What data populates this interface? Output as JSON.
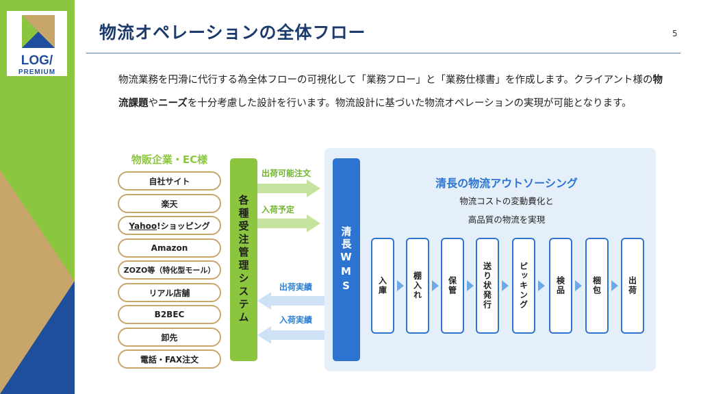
{
  "header": {
    "title": "物流オペレーションの全体フロー",
    "page_number": "5"
  },
  "logo": {
    "text_top": "LOG/",
    "text_bottom": "PREMIUM"
  },
  "intro": {
    "part1": "物流業務を円滑に代行する為全体フローの可視化して「業務フロー」と「業務仕様書」を作成します。クライアント様の",
    "bold1": "物流課題",
    "part2": "や",
    "bold2": "ニーズ",
    "part3": "を十分考慮した設計を行います。物流設計に基づいた物流オペレーションの実現が可能となります。"
  },
  "clients": {
    "title": "物販企業・EC様",
    "items": [
      "自社サイト",
      "楽天",
      "Yahoo!ショッピング",
      "Amazon",
      "ZOZO等（特化型モール）",
      "リアル店舗",
      "B2BEC",
      "卸先",
      "電話・FAX注文"
    ]
  },
  "order_system": {
    "label": "各種受注管理システム"
  },
  "arrows": {
    "to_wms": [
      "出荷可能注文",
      "入荷予定"
    ],
    "from_wms": [
      "出荷実績",
      "入荷実績"
    ]
  },
  "wms": {
    "label": "清長WMS"
  },
  "panel": {
    "title": "清長の物流アウトソーシング",
    "subtitle_line1": "物流コストの変動費化と",
    "subtitle_line2": "高品質の物流を実現",
    "steps": [
      "入庫",
      "棚入れ",
      "保管",
      "送り状発行",
      "ピッキング",
      "検品",
      "梱包",
      "出荷"
    ]
  },
  "colors": {
    "navy": "#1b3a6b",
    "green": "#8cc63f",
    "tan": "#c8a66a",
    "blue": "#2d74d0",
    "panel_bg": "#e5eff9"
  }
}
